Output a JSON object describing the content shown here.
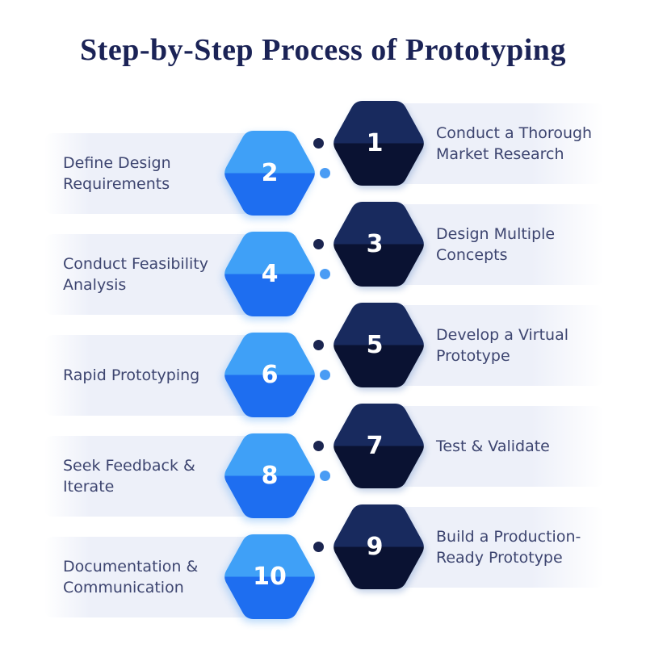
{
  "title": "Step-by-Step Process of Prototyping",
  "steps": [
    {
      "number": "1",
      "label": "Conduct a Thorough Market Research",
      "side": "right"
    },
    {
      "number": "2",
      "label": "Define Design Requirements",
      "side": "left"
    },
    {
      "number": "3",
      "label": "Design Multiple Concepts",
      "side": "right"
    },
    {
      "number": "4",
      "label": "Conduct Feasibility Analysis",
      "side": "left"
    },
    {
      "number": "5",
      "label": "Develop a Virtual Prototype",
      "side": "right"
    },
    {
      "number": "6",
      "label": "Rapid Prototyping",
      "side": "left"
    },
    {
      "number": "7",
      "label": "Test & Validate",
      "side": "right"
    },
    {
      "number": "8",
      "label": "Seek Feedback & Iterate",
      "side": "left"
    },
    {
      "number": "9",
      "label": "Build a Production-Ready Prototype",
      "side": "right"
    },
    {
      "number": "10",
      "label": "Documentation & Communication",
      "side": "left"
    }
  ],
  "colors": {
    "background": "#ffffff",
    "title_text": "#1b2356",
    "label_text": "#3d4570",
    "band": "#edf0f9",
    "dark_hex_top": "#182a5e",
    "dark_hex_bottom": "#0a1232",
    "blue_hex_top": "#3fa0f7",
    "blue_hex_bottom": "#1e6ef0",
    "dark_dot": "#1b2550",
    "blue_dot": "#4a9cf4",
    "number_text": "#ffffff"
  }
}
